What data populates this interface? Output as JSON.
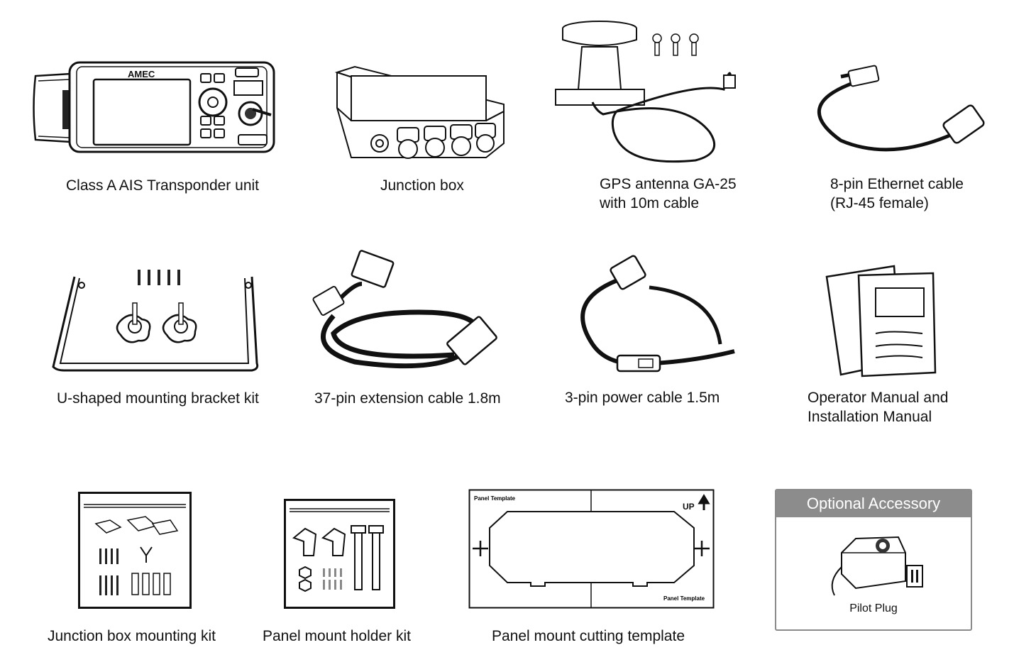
{
  "items": {
    "transponder": {
      "caption": "Class A AIS Transponder unit",
      "brand": "AMEC"
    },
    "junction_box": {
      "caption": "Junction box"
    },
    "gps_antenna": {
      "caption_line1": "GPS antenna GA-25",
      "caption_line2": "with 10m cable"
    },
    "ethernet_cable": {
      "caption_line1": "8-pin Ethernet cable",
      "caption_line2": "(RJ-45 female)"
    },
    "bracket_kit": {
      "caption": "U-shaped mounting bracket kit"
    },
    "extension_cable": {
      "caption": "37-pin extension cable 1.8m"
    },
    "power_cable": {
      "caption": "3-pin power cable 1.5m"
    },
    "manuals": {
      "caption_line1": "Operator Manual and",
      "caption_line2": "Installation Manual"
    },
    "jb_mount_kit": {
      "caption": "Junction box mounting kit"
    },
    "panel_holder_kit": {
      "caption": "Panel mount holder kit"
    },
    "cutting_template": {
      "caption": "Panel mount cutting template",
      "label_top": "Panel Template",
      "label_bottom": "Panel Template",
      "up_label": "UP"
    }
  },
  "optional": {
    "header": "Optional Accessory",
    "item_label": "Pilot Plug"
  }
}
